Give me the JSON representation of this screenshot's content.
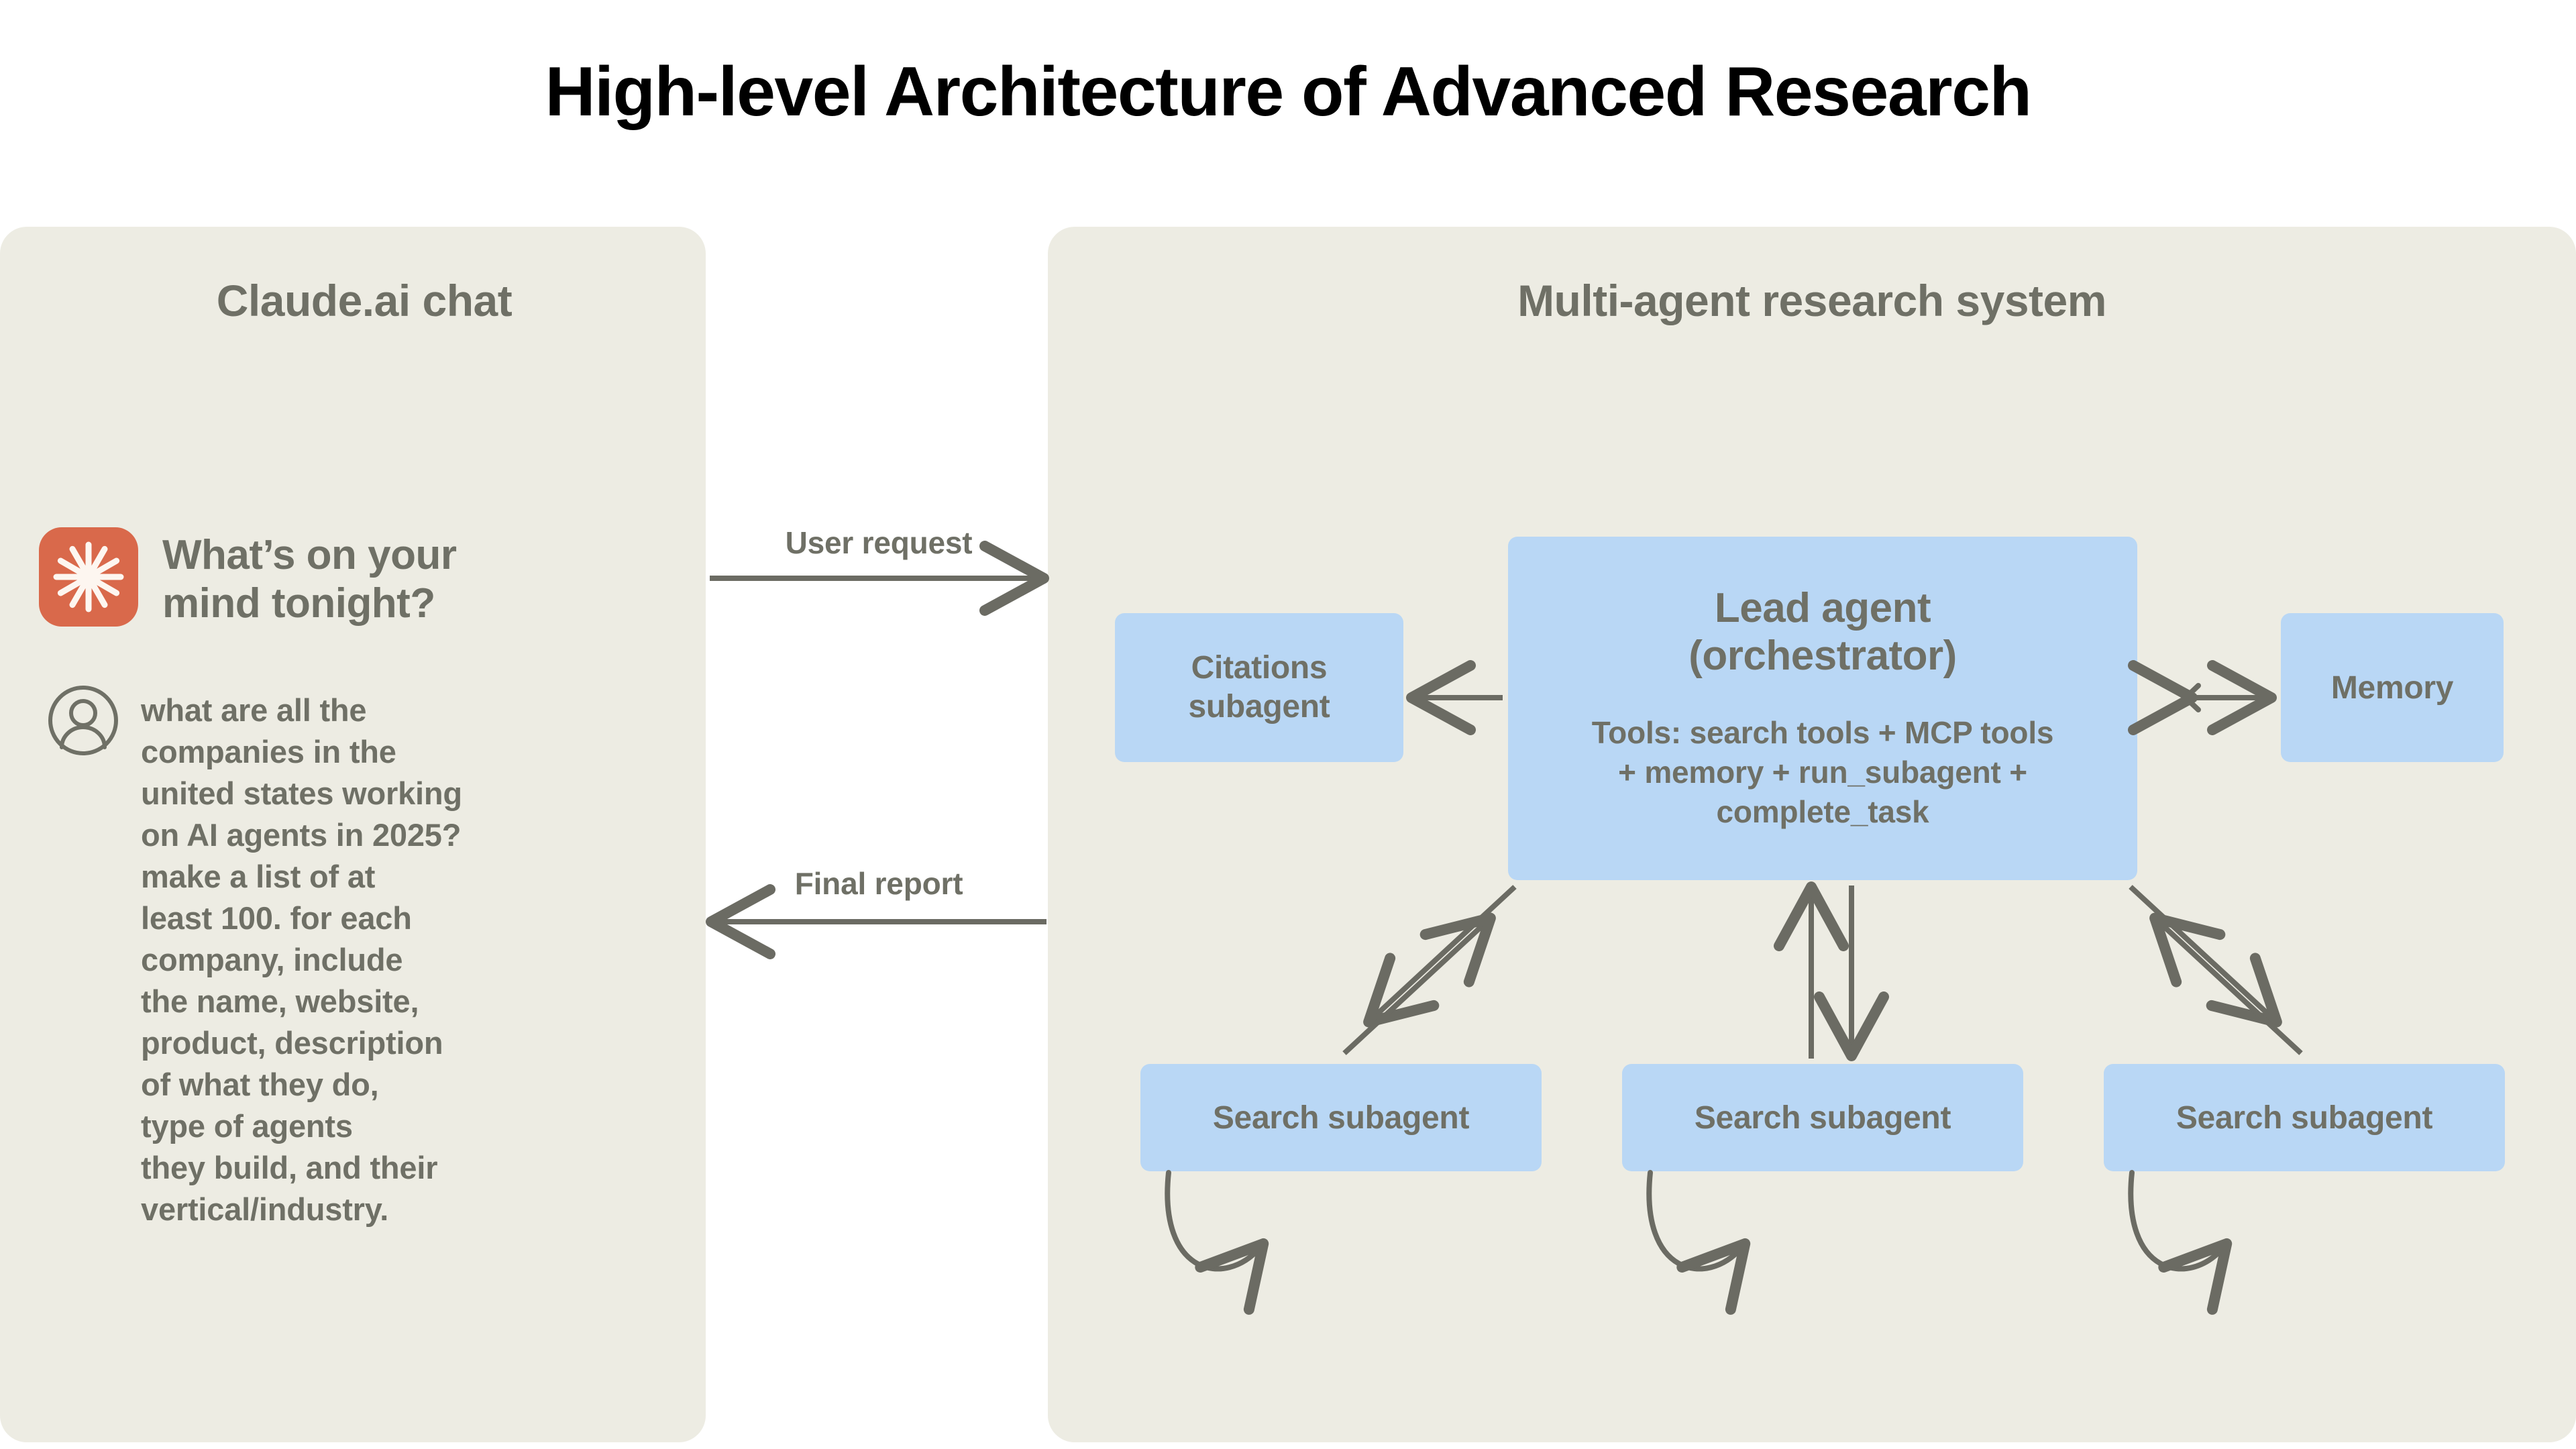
{
  "page": {
    "title": "High-level Architecture of Advanced Research",
    "background_color": "#ffffff",
    "panel_color": "#edece3",
    "node_color": "#b9d7f5",
    "text_color": "#6f7066",
    "arrow_color": "#6b6b63",
    "brand_color": "#d9694b"
  },
  "chat_panel": {
    "title": "Claude.ai chat",
    "greeting": {
      "logo_icon": "claude-sunburst-icon",
      "text": "What’s on your\nmind tonight?"
    },
    "user_message": {
      "avatar_icon": "user-avatar-icon",
      "text": "what are all the\ncompanies in the\nunited states working\non AI agents in 2025?\nmake a list of at\nleast 100. for each\ncompany, include\nthe name, website,\nproduct, description\nof what they do,\ntype of agents\nthey build, and their\nvertical/industry."
    }
  },
  "flows": {
    "user_request": "User request",
    "final_report": "Final report"
  },
  "system_panel": {
    "title": "Multi-agent research system",
    "lead_agent": {
      "title": "Lead agent\n(orchestrator)",
      "tools": "Tools: search tools + MCP tools\n+ memory + run_subagent +\ncomplete_task"
    },
    "citations_subagent": "Citations\nsubagent",
    "memory": "Memory",
    "search_subagents": [
      "Search subagent",
      "Search subagent",
      "Search subagent"
    ]
  }
}
